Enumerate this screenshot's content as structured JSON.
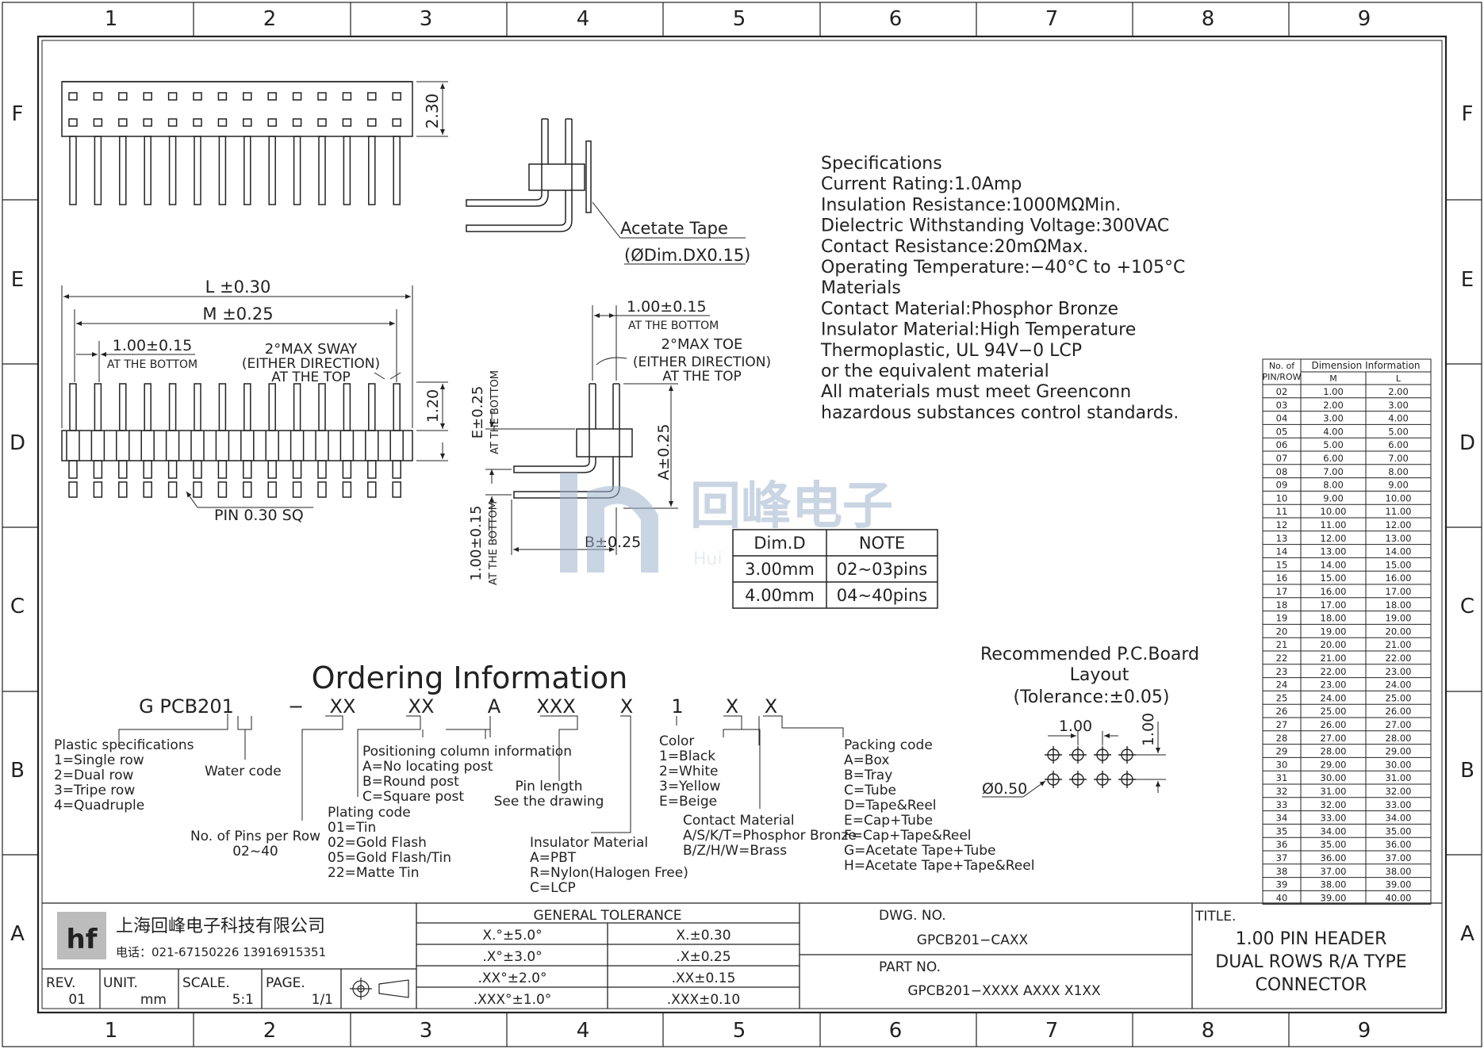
{
  "frame": {
    "columns": [
      "1",
      "2",
      "3",
      "4",
      "5",
      "6",
      "7",
      "8",
      "9"
    ],
    "rows": [
      "F",
      "E",
      "D",
      "C",
      "B",
      "A"
    ]
  },
  "specifications": {
    "lines": [
      "Specifications",
      "Current Rating:1.0Amp",
      "Insulation  Resistance:1000MΩMin.",
      "Dielectric  Withstanding  Voltage:300VAC",
      "Contact  Resistance:20mΩMax.",
      "Operating  Temperature:−40°C  to  +105°C",
      "Materials",
      "Contact  Material:Phosphor Bronze",
      "Insulator  Material:High  Temperature",
      "Thermoplastic,  UL  94V−0  LCP",
      "or  the  equivalent  material",
      "All  materials  must  meet  Greenconn",
      "hazardous  substances  control  standards."
    ]
  },
  "dims_front": {
    "L": "L  ±0.30",
    "M": "M  ±0.25",
    "pitch": "1.00±0.15",
    "pitch_sub": "AT THE BOTTOM",
    "sway1": "2°MAX  SWAY",
    "sway2": "(EITHER  DIRECTION)",
    "sway3": "AT THE TOP",
    "h120": "1.20",
    "pin": "PIN  0.30  SQ",
    "h230": "2.30"
  },
  "dims_side": {
    "acetate": "Acetate  Tape",
    "acetate_dim": "(ØDim.DX0.15)",
    "pitch": "1.00±0.15",
    "pitch_sub": "AT THE BOTTOM",
    "toe1": "2°MAX  TOE",
    "toe2": "(EITHER  DIRECTION)",
    "toe3": "AT THE TOP",
    "E": "E±0.25",
    "E_sub": "AT THE BOTTOM",
    "A": "A±0.25",
    "B": "B±0.25",
    "v100": "1.00±0.15",
    "v100_sub": "AT THE BOTTOM"
  },
  "dim_d_table": {
    "headers": [
      "Dim.D",
      "NOTE"
    ],
    "rows": [
      [
        "3.00mm",
        "02~03pins"
      ],
      [
        "4.00mm",
        "04~40pins"
      ]
    ]
  },
  "watermark": {
    "text": "回峰电子",
    "sub": "Hui"
  },
  "pcb_layout": {
    "title1": "Recommended  P.C.Board",
    "title2": "Layout",
    "tolerance": "(Tolerance:±0.05)",
    "h100": "1.00",
    "v100": "1.00",
    "hole": "Ø0.50"
  },
  "ordering": {
    "title": "Ordering  Information",
    "code": [
      "G  PCB201",
      "−",
      "XX",
      "XX",
      "A",
      "XXX",
      "X",
      "1",
      "X",
      "X"
    ],
    "plastic": [
      "Plastic  specifications",
      "1=Single  row",
      "2=Dual  row",
      "3=Tripe  row",
      "4=Quadruple"
    ],
    "water": "Water  code",
    "pins": [
      "No. of Pins per Row",
      "02~40"
    ],
    "plating": [
      "Plating  code",
      "01=Tin",
      "02=Gold  Flash",
      "05=Gold  Flash/Tin",
      "22=Matte  Tin"
    ],
    "positioning": [
      "Positioning  column  information",
      "A=No  locating  post",
      "B=Round  post",
      "C=Square  post"
    ],
    "pin_length": [
      "Pin  length",
      "See  the  drawing"
    ],
    "insulator": [
      "Insulator  Material",
      "A=PBT",
      "R=Nylon(Halogen  Free)",
      "C=LCP"
    ],
    "color": [
      "Color",
      "1=Black",
      "2=White",
      "3=Yellow",
      "E=Beige"
    ],
    "contact": [
      "Contact  Material",
      "A/S/K/T=Phosphor  Bronze",
      "B/Z/H/W=Brass"
    ],
    "packing": [
      "Packing  code",
      "A=Box",
      "B=Tray",
      "C=Tube",
      "D=Tape&Reel",
      "E=Cap+Tube",
      "F=Cap+Tape&Reel",
      "G=Acetate  Tape+Tube",
      "H=Acetate  Tape+Tape&Reel"
    ]
  },
  "dimension_table": {
    "col1": [
      "No.  of",
      "PIN/ROW"
    ],
    "group": "Dimension  Information",
    "sub": [
      "M",
      "L"
    ],
    "rows": [
      [
        "02",
        "1.00",
        "2.00"
      ],
      [
        "03",
        "2.00",
        "3.00"
      ],
      [
        "04",
        "3.00",
        "4.00"
      ],
      [
        "05",
        "4.00",
        "5.00"
      ],
      [
        "06",
        "5.00",
        "6.00"
      ],
      [
        "07",
        "6.00",
        "7.00"
      ],
      [
        "08",
        "7.00",
        "8.00"
      ],
      [
        "09",
        "8.00",
        "9.00"
      ],
      [
        "10",
        "9.00",
        "10.00"
      ],
      [
        "11",
        "10.00",
        "11.00"
      ],
      [
        "12",
        "11.00",
        "12.00"
      ],
      [
        "13",
        "12.00",
        "13.00"
      ],
      [
        "14",
        "13.00",
        "14.00"
      ],
      [
        "15",
        "14.00",
        "15.00"
      ],
      [
        "16",
        "15.00",
        "16.00"
      ],
      [
        "17",
        "16.00",
        "17.00"
      ],
      [
        "18",
        "17.00",
        "18.00"
      ],
      [
        "19",
        "18.00",
        "19.00"
      ],
      [
        "20",
        "19.00",
        "20.00"
      ],
      [
        "21",
        "20.00",
        "21.00"
      ],
      [
        "22",
        "21.00",
        "22.00"
      ],
      [
        "23",
        "22.00",
        "23.00"
      ],
      [
        "24",
        "23.00",
        "24.00"
      ],
      [
        "25",
        "24.00",
        "25.00"
      ],
      [
        "26",
        "25.00",
        "26.00"
      ],
      [
        "27",
        "26.00",
        "27.00"
      ],
      [
        "28",
        "27.00",
        "28.00"
      ],
      [
        "29",
        "28.00",
        "29.00"
      ],
      [
        "30",
        "29.00",
        "30.00"
      ],
      [
        "31",
        "30.00",
        "31.00"
      ],
      [
        "32",
        "31.00",
        "32.00"
      ],
      [
        "33",
        "32.00",
        "33.00"
      ],
      [
        "34",
        "33.00",
        "34.00"
      ],
      [
        "35",
        "34.00",
        "35.00"
      ],
      [
        "36",
        "35.00",
        "36.00"
      ],
      [
        "37",
        "36.00",
        "37.00"
      ],
      [
        "38",
        "37.00",
        "38.00"
      ],
      [
        "39",
        "38.00",
        "39.00"
      ],
      [
        "40",
        "39.00",
        "40.00"
      ]
    ]
  },
  "title_block": {
    "company": "上海回峰电子科技有限公司",
    "phone": "电话：021-67150226   13916915351",
    "logo": "hf",
    "rev_label": "REV.",
    "rev": "01",
    "unit_label": "UNIT.",
    "unit": "mm",
    "scale_label": "SCALE.",
    "scale": "5:1",
    "page_label": "PAGE.",
    "page": "1/1",
    "tol_header": "GENERAL  TOLERANCE",
    "tolerances": [
      [
        "X.°±5.0°",
        "X.±0.30"
      ],
      [
        ".X°±3.0°",
        ".X±0.25"
      ],
      [
        ".XX°±2.0°",
        ".XX±0.15"
      ],
      [
        ".XXX°±1.0°",
        ".XXX±0.10"
      ]
    ],
    "dwg_label": "DWG.  NO.",
    "dwg": "GPCB201−CAXX",
    "part_label": "PART  NO.",
    "part": "GPCB201−XXXX  AXXX  X1XX",
    "title_label": "TITLE.",
    "title_lines": [
      "1.00  PIN  HEADER",
      "DUAL  ROWS  R/A  TYPE",
      "CONNECTOR"
    ]
  },
  "colors": {
    "line": "#222222",
    "watermark": "#9fb3cf"
  }
}
